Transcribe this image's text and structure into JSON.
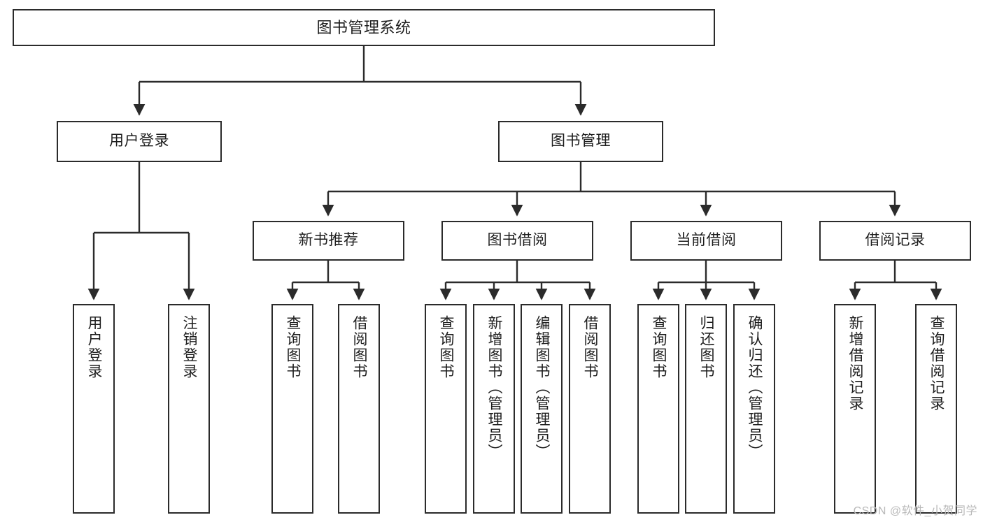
{
  "diagram": {
    "title": "图书管理系统",
    "watermark": "CSDN @软件_小贺同学",
    "colors": {
      "box_border": "#2b2b2b",
      "box_fill": "#ffffff",
      "connector": "#2b2b2b",
      "text": "#1d1d1d",
      "watermark": "#b9b9b9"
    },
    "levels": {
      "level1": [
        {
          "id": "root",
          "label": "图书管理系统"
        }
      ],
      "level2": [
        {
          "id": "user-login",
          "label": "用户登录"
        },
        {
          "id": "book-manage",
          "label": "图书管理"
        }
      ],
      "level3": [
        {
          "id": "new-book-rec",
          "label": "新书推荐"
        },
        {
          "id": "book-borrow",
          "label": "图书借阅"
        },
        {
          "id": "current-borrow",
          "label": "当前借阅"
        },
        {
          "id": "borrow-record",
          "label": "借阅记录"
        }
      ],
      "level4": [
        {
          "id": "leaf-user-login",
          "label": "用户登录",
          "parent": "user-login"
        },
        {
          "id": "leaf-user-logout",
          "label": "注销登录",
          "parent": "user-login"
        },
        {
          "id": "leaf-query-book-1",
          "label": "查询图书",
          "parent": "new-book-rec"
        },
        {
          "id": "leaf-borrow-book-1",
          "label": "借阅图书",
          "parent": "new-book-rec"
        },
        {
          "id": "leaf-query-book-2",
          "label": "查询图书",
          "parent": "book-borrow"
        },
        {
          "id": "leaf-add-book",
          "label": "新增图书（管理员）",
          "parent": "book-borrow"
        },
        {
          "id": "leaf-edit-book",
          "label": "编辑图书（管理员）",
          "parent": "book-borrow"
        },
        {
          "id": "leaf-borrow-book-2",
          "label": "借阅图书",
          "parent": "book-borrow"
        },
        {
          "id": "leaf-query-book-3",
          "label": "查询图书",
          "parent": "current-borrow"
        },
        {
          "id": "leaf-return-book",
          "label": "归还图书",
          "parent": "current-borrow"
        },
        {
          "id": "leaf-confirm-return",
          "label": "确认归还（管理员）",
          "parent": "current-borrow"
        },
        {
          "id": "leaf-add-record",
          "label": "新增借阅记录",
          "parent": "borrow-record"
        },
        {
          "id": "leaf-query-record",
          "label": "查询借阅记录",
          "parent": "borrow-record"
        }
      ]
    }
  }
}
